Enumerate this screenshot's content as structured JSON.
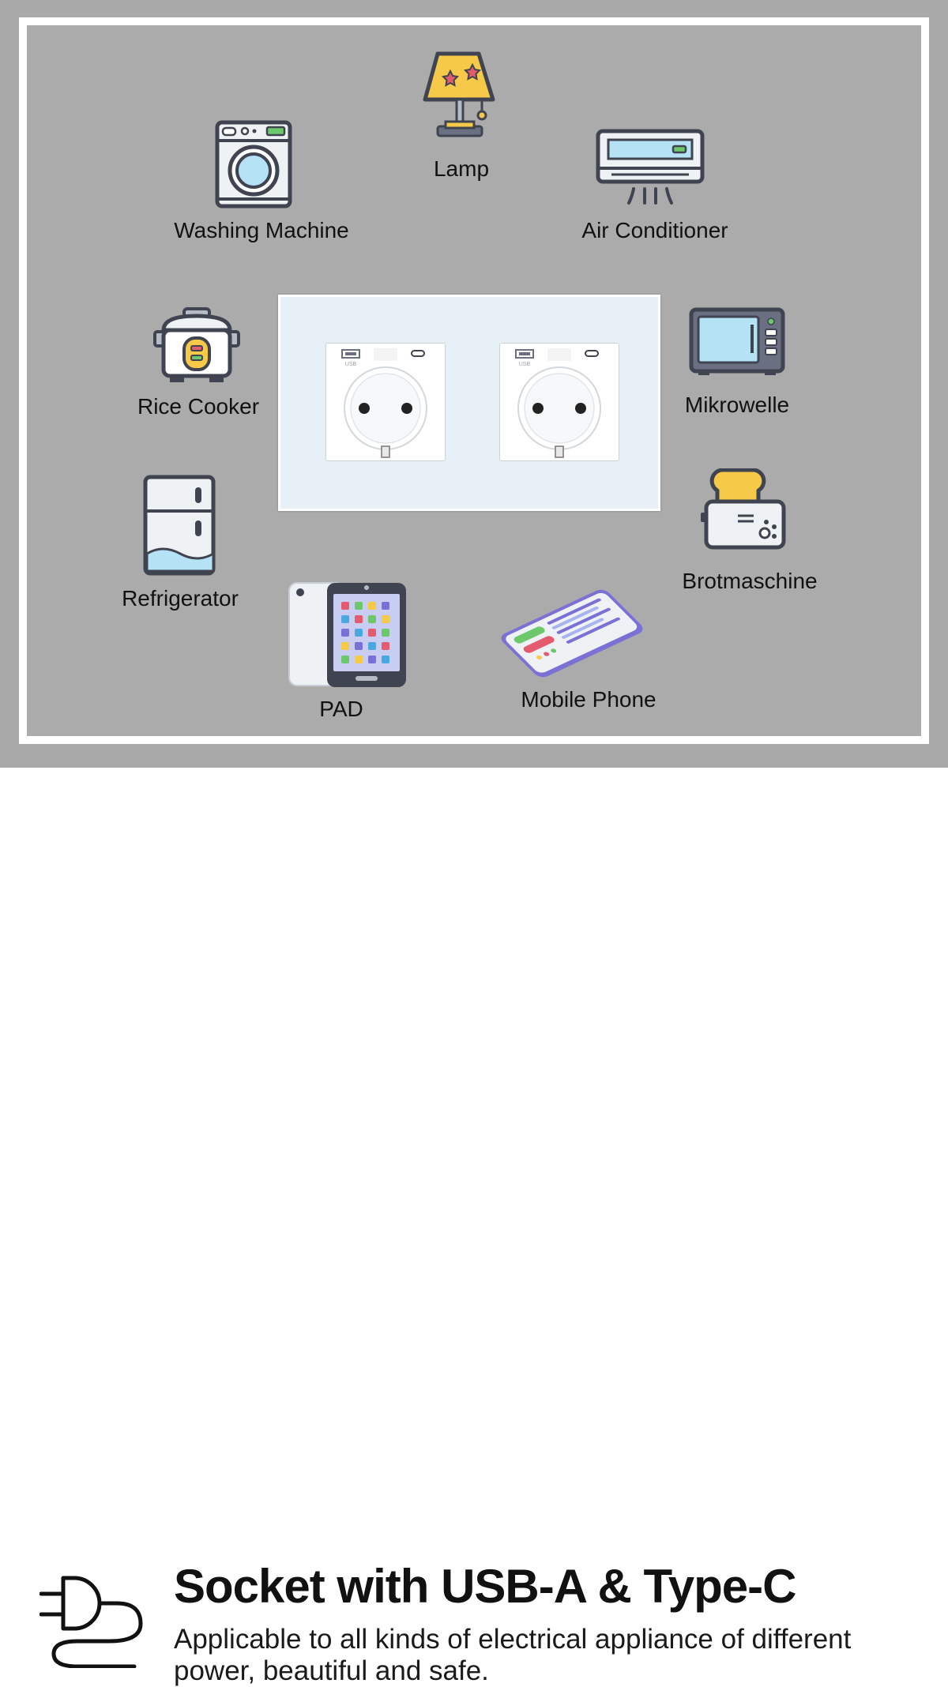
{
  "appliances": {
    "lamp": "Lamp",
    "washing_machine": "Washing Machine",
    "air_conditioner": "Air Conditioner",
    "rice_cooker": "Rice Cooker",
    "microwave": "Mikrowelle",
    "refrigerator": "Refrigerator",
    "toaster": "Brotmaschine",
    "pad": "PAD",
    "mobile_phone": "Mobile Phone"
  },
  "headline": {
    "title": "Socket with USB-A & Type-C",
    "subtitle": "Applicable to all kinds of electrical appliance of different power, beautiful and safe."
  },
  "icons": [
    "lamp-icon",
    "washing-machine-icon",
    "air-conditioner-icon",
    "rice-cooker-icon",
    "microwave-icon",
    "refrigerator-icon",
    "toaster-icon",
    "tablet-icon",
    "mobile-phone-icon",
    "plug-icon"
  ],
  "colors": {
    "background": "#ababab",
    "accent_yellow": "#f7c948",
    "accent_blue": "#b5e2f5",
    "dark": "#3f4450"
  }
}
